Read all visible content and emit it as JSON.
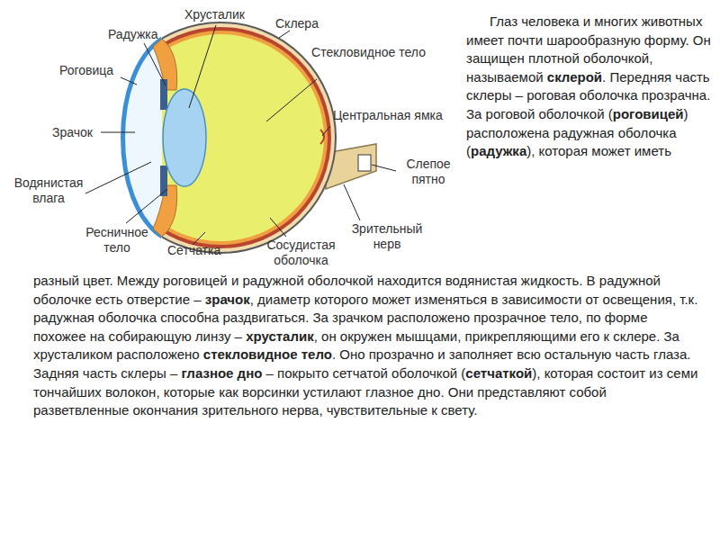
{
  "diagram": {
    "labels": [
      "Хрусталик",
      "Радужка",
      "Склера",
      "Роговица",
      "Стекловидное тело",
      "Центральная ямка",
      "Зрачок",
      "Слепое пятно",
      "Водянистая влага",
      "Зрительный нерв",
      "Ресничное тело",
      "Сетчатка",
      "Сосудистая оболочка",
      "Глаз человека и многих животных имеет почти шарообразную форму. Он защищен плотной оболочкой, называемой ",
      "склерой",
      ". Передняя часть склеры – роговая оболочка прозрачна. За роговой оболочкой (",
      "роговицей",
      ") расположена радужная оболочка (",
      "радужка",
      "), которая может иметь",
      "разный цвет. Между роговицей и радужной оболочкой находится водянистая жидкость. В радужной оболочке есть отверстие – ",
      "зрачок",
      ", диаметр которого может изменяться в зависимости от освещения, т.к. радужная оболочка способна раздвигаться. За зрачком расположено прозрачное тело, по форме похожее на собирающую линзу – ",
      "хрусталик",
      ", он окружен мышцами, прикрепляющими его к склере. За хрусталиком расположено ",
      "стекловидное тело",
      ". Оно прозрачно и заполняет всю остальную часть глаза. Задняя часть склеры – ",
      "глазное дно",
      " – покрыто сетчатой оболочкой (",
      "сетчаткой",
      "), которая состоит из семи тончайших волокон, которые как ворсинки устилают глазное дно. Они представляют собой разветвленные окончания зрительного нерва, чувствительные к свету."
    ]
  }
}
